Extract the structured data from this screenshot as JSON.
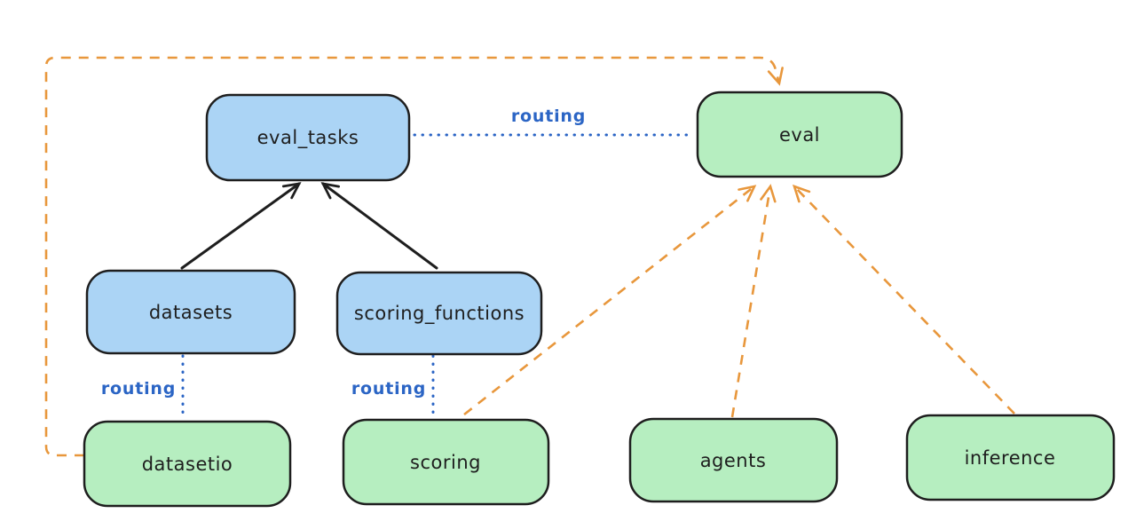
{
  "diagram": {
    "background": "#ffffff",
    "colors": {
      "registry_node_fill": "#abd4f5",
      "api_node_fill": "#b6eec0",
      "node_border": "#1e1e1e",
      "solid_arrow": "#1e1e1e",
      "dashed_arrow_orange": "#e8973c",
      "routing_blue": "#2b65c5"
    },
    "nodes": [
      {
        "id": "eval_tasks",
        "label": "eval_tasks",
        "type": "registry",
        "fill": "#abd4f5"
      },
      {
        "id": "eval",
        "label": "eval",
        "type": "api",
        "fill": "#b6eec0"
      },
      {
        "id": "datasets",
        "label": "datasets",
        "type": "registry",
        "fill": "#abd4f5"
      },
      {
        "id": "scoring_functions",
        "label": "scoring_functions",
        "type": "registry",
        "fill": "#abd4f5"
      },
      {
        "id": "datasetio",
        "label": "datasetio",
        "type": "api",
        "fill": "#b6eec0"
      },
      {
        "id": "scoring",
        "label": "scoring",
        "type": "api",
        "fill": "#b6eec0"
      },
      {
        "id": "agents",
        "label": "agents",
        "type": "api",
        "fill": "#b6eec0"
      },
      {
        "id": "inference",
        "label": "inference",
        "type": "api",
        "fill": "#b6eec0"
      }
    ],
    "edges": [
      {
        "from": "datasets",
        "to": "eval_tasks",
        "style": "solid",
        "color": "#1e1e1e",
        "arrow": true,
        "label": ""
      },
      {
        "from": "scoring_functions",
        "to": "eval_tasks",
        "style": "solid",
        "color": "#1e1e1e",
        "arrow": true,
        "label": ""
      },
      {
        "from": "eval_tasks",
        "to": "eval",
        "style": "dotted",
        "color": "#2b65c5",
        "arrow": false,
        "label": "routing"
      },
      {
        "from": "datasets",
        "to": "datasetio",
        "style": "dotted",
        "color": "#2b65c5",
        "arrow": false,
        "label": "routing"
      },
      {
        "from": "scoring_functions",
        "to": "scoring",
        "style": "dotted",
        "color": "#2b65c5",
        "arrow": false,
        "label": "routing"
      },
      {
        "from": "datasetio",
        "to": "eval",
        "style": "dashed",
        "color": "#e8973c",
        "arrow": true,
        "label": ""
      },
      {
        "from": "scoring",
        "to": "eval",
        "style": "dashed",
        "color": "#e8973c",
        "arrow": true,
        "label": ""
      },
      {
        "from": "agents",
        "to": "eval",
        "style": "dashed",
        "color": "#e8973c",
        "arrow": true,
        "label": ""
      },
      {
        "from": "inference",
        "to": "eval",
        "style": "dashed",
        "color": "#e8973c",
        "arrow": true,
        "label": ""
      }
    ]
  }
}
